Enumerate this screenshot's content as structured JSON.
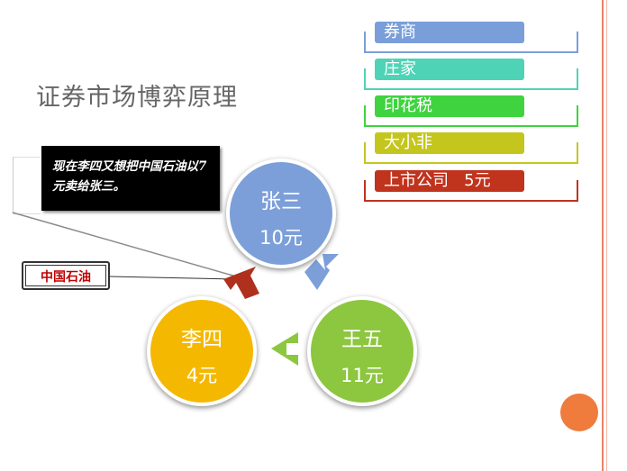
{
  "slide": {
    "title": "证券市场博弈原理",
    "note": "现在李四又想把中国石油以7元卖给张三。",
    "tag": "中国石油"
  },
  "legend": [
    {
      "label": "券商",
      "color": "#7a9ed9",
      "line": "#7a9ed9"
    },
    {
      "label": "庄家",
      "color": "#4fd3b7",
      "line": "#4fd3b7"
    },
    {
      "label": "印花税",
      "color": "#3fd33f",
      "line": "#3fd33f"
    },
    {
      "label": "大小非",
      "color": "#c4c61e",
      "line": "#c4c61e"
    },
    {
      "label": "上市公司   5元",
      "color": "#c0331d",
      "line": "#c0331d"
    }
  ],
  "cycle": {
    "nodes": [
      {
        "name": "张三",
        "price": "10元",
        "color": "#7c9fd9"
      },
      {
        "name": "王五",
        "price": "11元",
        "color": "#8dc63f"
      },
      {
        "name": "李四",
        "price": "4元",
        "color": "#f5b800"
      }
    ],
    "arrow_colors": [
      "#7c9fd9",
      "#8dc63f",
      "#b0301e"
    ]
  },
  "decor": {
    "accent": "#ef7b3c",
    "border": "#e8836b"
  }
}
